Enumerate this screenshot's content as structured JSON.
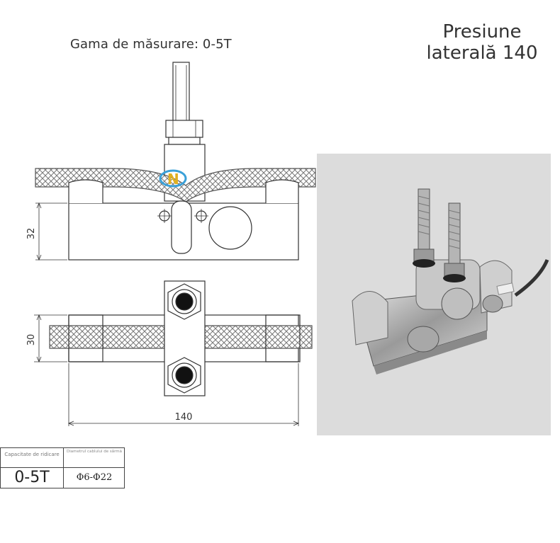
{
  "header": {
    "range_label": "Gama de măsurare: 0-5T",
    "title_line1": "Presiune",
    "title_line2": "laterală 140"
  },
  "drawing": {
    "dim_height_top": "32",
    "dim_height_bottom": "30",
    "dim_length": "140"
  },
  "spec_table": {
    "col1_header": "Capacitate de ridicare",
    "col2_header": "Diametrul cablului de sârmă",
    "col1_value": "0-5T",
    "col2_value": "Φ6-Φ22"
  }
}
